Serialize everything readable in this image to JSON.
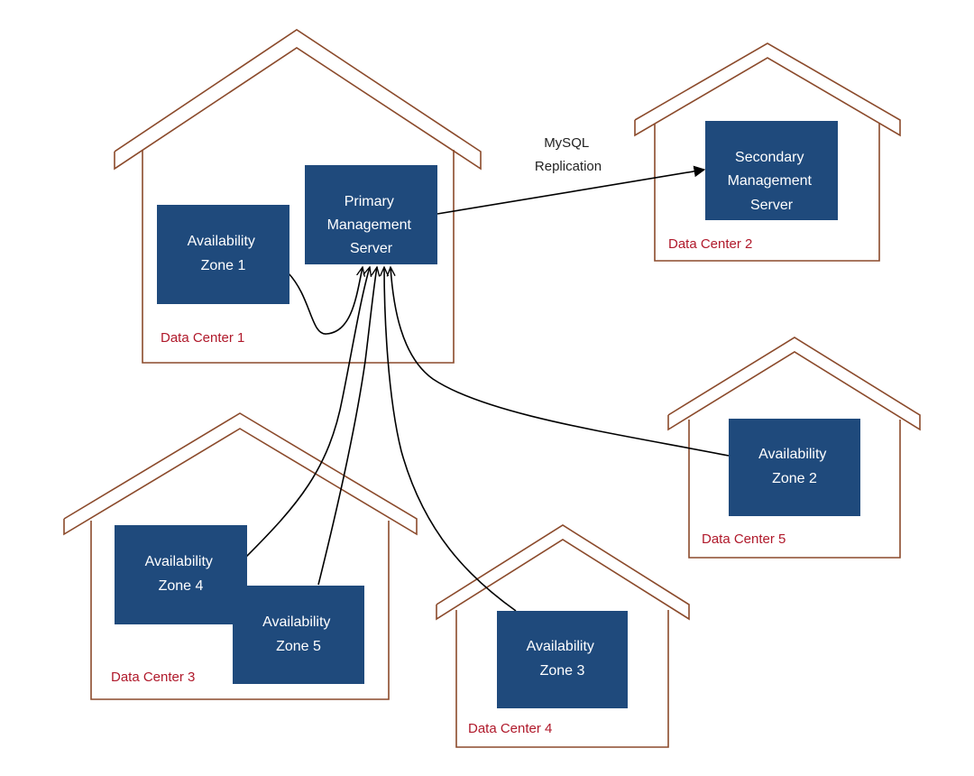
{
  "colors": {
    "house_outline": "#8b4a2b",
    "node_fill": "#1f4a7c",
    "node_text": "#ffffff",
    "label_red": "#b0192b",
    "connector": "#000000"
  },
  "data_centers": {
    "dc1": "Data Center 1",
    "dc2": "Data Center 2",
    "dc3": "Data Center 3",
    "dc4": "Data Center 4",
    "dc5": "Data Center 5"
  },
  "nodes": {
    "primary": [
      "Primary",
      "Management",
      "Server"
    ],
    "secondary": [
      "Secondary",
      "Management",
      "Server"
    ],
    "az1": [
      "Availability",
      "Zone 1"
    ],
    "az2": [
      "Availability",
      "Zone 2"
    ],
    "az3": [
      "Availability",
      "Zone 3"
    ],
    "az4": [
      "Availability",
      "Zone 4"
    ],
    "az5": [
      "Availability",
      "Zone 5"
    ]
  },
  "edges": {
    "replication": [
      "MySQL",
      "Replication"
    ]
  }
}
